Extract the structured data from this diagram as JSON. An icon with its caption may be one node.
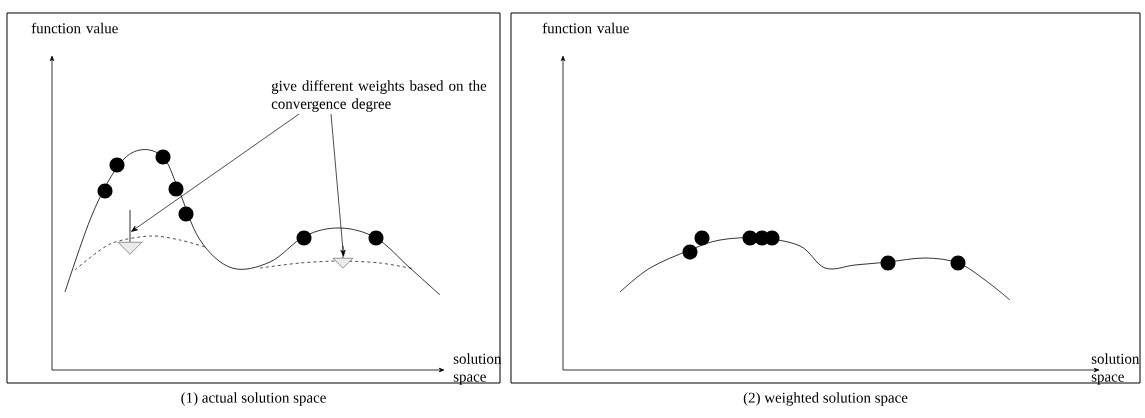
{
  "diagram": {
    "nodes": [
      {
        "text": [],
        "shape": "box",
        "beside": [
          "(1) actual solution space"
        ]
      },
      {
        "text": [
          "give different weights based on the convergence degree"
        ],
        "in": 0
      },
      {
        "text": [],
        "shape": "arrow",
        "in": 0
      },
      {
        "text": [],
        "shape": "arrow",
        "in": 0
      },
      {
        "text": [],
        "shape": "box",
        "beside": [
          "(2) weighted solution space"
        ]
      }
    ],
    "edges": [
      {
        "from": 1,
        "to": 2,
        "arrow": "to"
      },
      {
        "from": 1,
        "to": 3,
        "arrow": "to"
      }
    ],
    "labels": [
      "function value",
      "solution space",
      "function value",
      "solution space"
    ]
  }
}
